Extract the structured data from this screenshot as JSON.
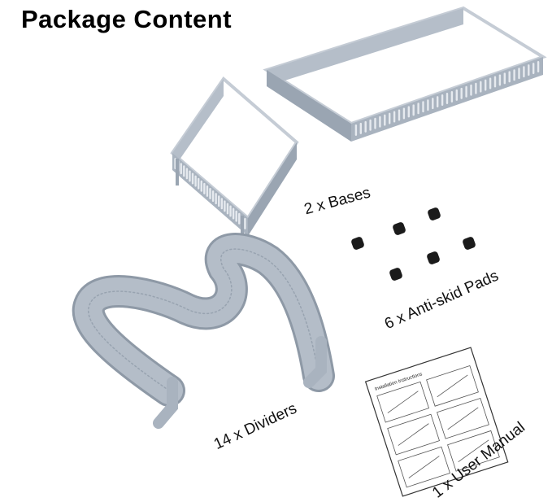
{
  "title": "Package Content",
  "items": [
    {
      "label": "2 x Bases"
    },
    {
      "label": "6 x Anti-skid Pads"
    },
    {
      "label": "14 x Dividers"
    },
    {
      "label": "1 x User Manual"
    }
  ],
  "manual": {
    "heading": "Installation Instructions"
  },
  "colors": {
    "metal": "#a9b3bf",
    "metal_dark": "#8e99a6",
    "pad": "#1b1b1b"
  }
}
